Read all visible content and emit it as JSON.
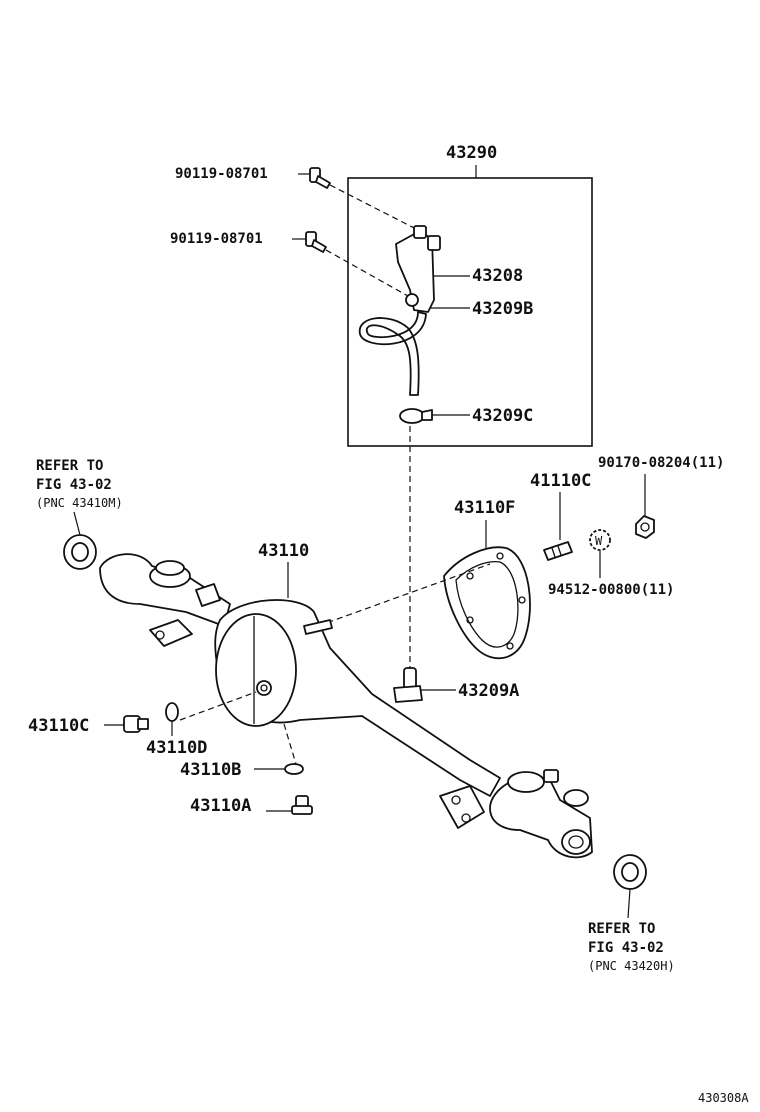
{
  "callouts": {
    "p43290": "43290",
    "p90119_top": "90119-08701",
    "p90119_mid": "90119-08701",
    "p43208": "43208",
    "p43209b": "43209B",
    "p43209c": "43209C",
    "p90170": "90170-08204(11)",
    "p41110c": "41110C",
    "p43110f": "43110F",
    "p94512": "94512-00800(11)",
    "p43110": "43110",
    "p43209a": "43209A",
    "p43110c": "43110C",
    "p43110d": "43110D",
    "p43110b": "43110B",
    "p43110a": "43110A",
    "washer_mark": "W"
  },
  "refer_left": {
    "line1": "REFER TO",
    "line2": "FIG 43-02",
    "line3": "(PNC 43410M)"
  },
  "refer_right": {
    "line1": "REFER TO",
    "line2": "FIG 43-02",
    "line3": "(PNC 43420H)"
  },
  "figure_code": "430308A"
}
